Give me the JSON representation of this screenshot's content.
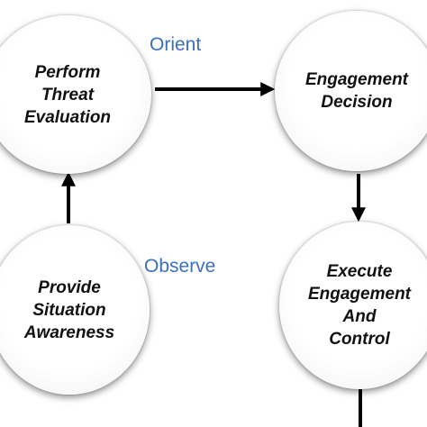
{
  "nodes": {
    "threat_evaluation": "Perform\nThreat\nEvaluation",
    "engagement_decision": "Engagement\nDecision",
    "execute_engagement": "Execute\nEngagement\nAnd\nControl",
    "situation_awareness": "Provide\nSituation\nAwareness"
  },
  "phases": {
    "orient": "Orient",
    "observe": "Observe"
  },
  "colors": {
    "phase_text": "#3b6fc4",
    "node_text": "#111111",
    "arrow": "#000000"
  }
}
